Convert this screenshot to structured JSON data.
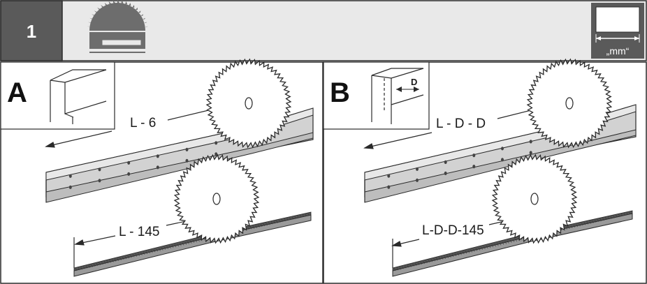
{
  "header": {
    "step_number": "1",
    "unit_label": "„mm“"
  },
  "panel_a": {
    "letter": "A",
    "dim_top": "L - 6",
    "dim_bottom": "L - 145"
  },
  "panel_b": {
    "letter": "B",
    "detail_label": "D",
    "dim_top": "L - D - D",
    "dim_bottom": "L-D-D-145"
  },
  "icons": {
    "tool": "circular-saw-icon",
    "unit": "measurement-unit-icon"
  },
  "colors": {
    "header_dark": "#5a5a5a",
    "header_bg": "#e9e9e9",
    "rail_fill": "#d2d2d2",
    "line": "#2a2a2a"
  }
}
